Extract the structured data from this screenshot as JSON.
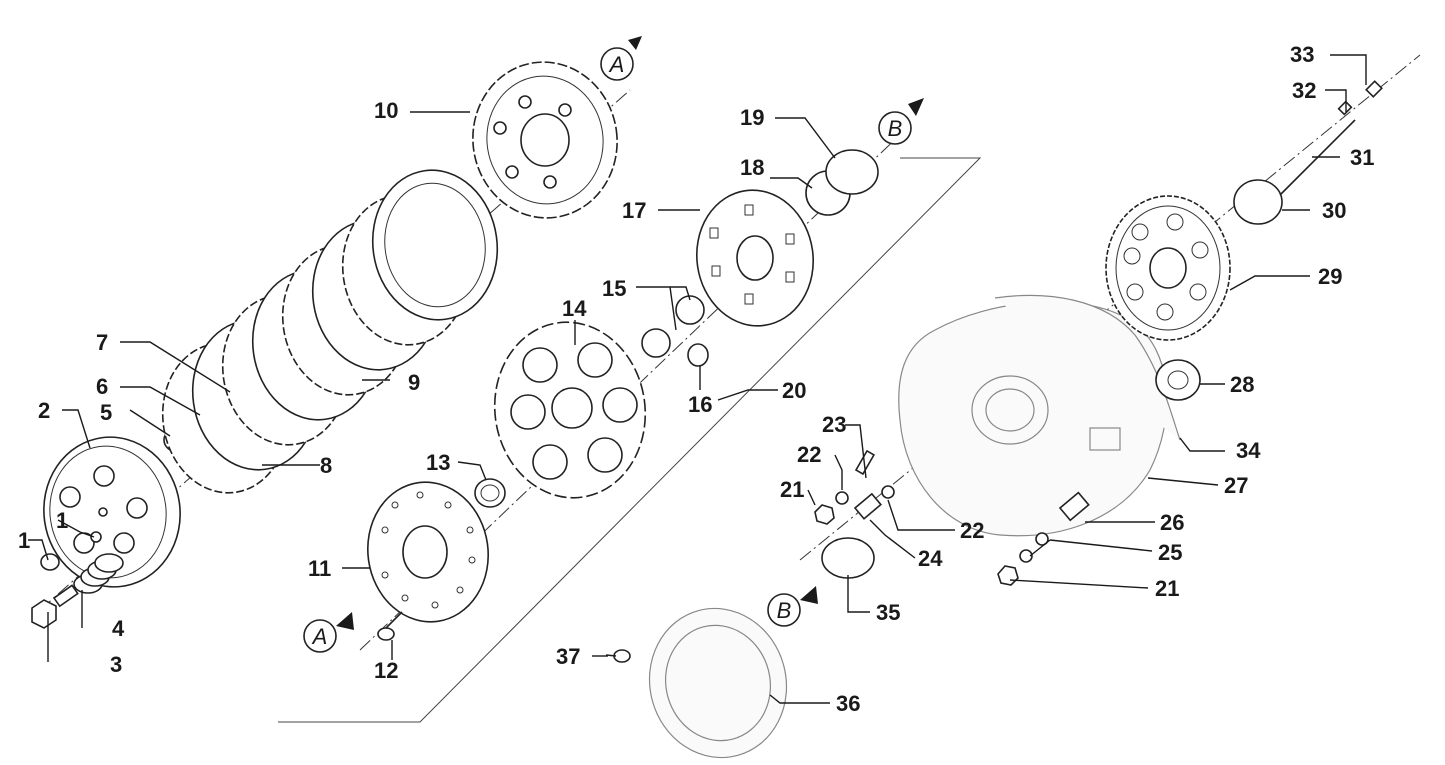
{
  "part_numbers": {
    "p1": "1",
    "p2": "2",
    "p3": "3",
    "p4": "4",
    "p5": "5",
    "p6": "6",
    "p7": "7",
    "p8": "8",
    "p9": "9",
    "p10": "10",
    "p11": "11",
    "p12": "12",
    "p13": "13",
    "p14": "14",
    "p15": "15",
    "p16": "16",
    "p17": "17",
    "p18": "18",
    "p19": "19",
    "p20": "20",
    "p21": "21",
    "p22": "22",
    "p23": "23",
    "p24": "24",
    "p25": "25",
    "p26": "26",
    "p27": "27",
    "p28": "28",
    "p29": "29",
    "p30": "30",
    "p31": "31",
    "p32": "32",
    "p33": "33",
    "p34": "34",
    "p35": "35",
    "p36": "36",
    "p37": "37"
  },
  "reference_marks": {
    "a": "A",
    "b": "B"
  },
  "colors": {
    "line": "#1a1a1a",
    "background": "#ffffff",
    "cover_grey": "#888888"
  }
}
